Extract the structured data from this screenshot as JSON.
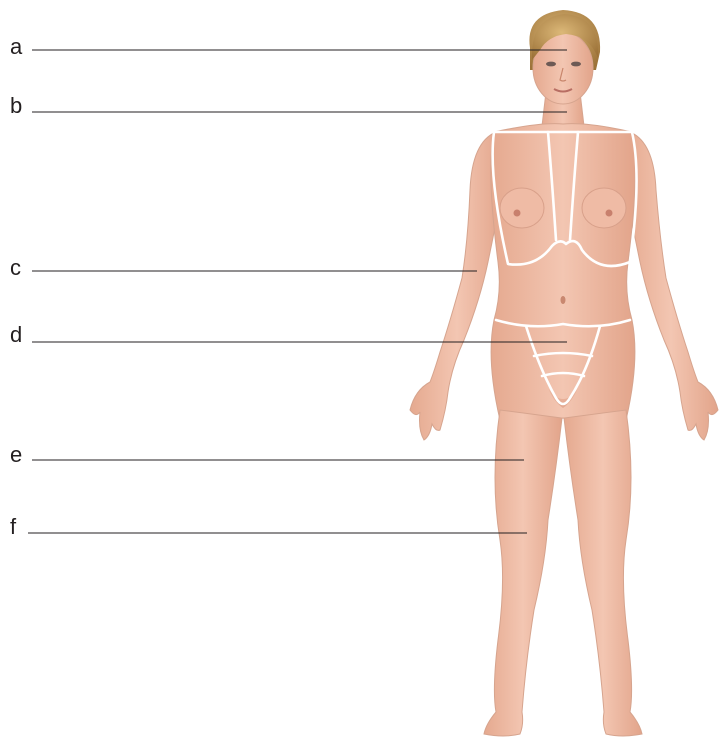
{
  "diagram": {
    "labels": [
      "a",
      "b",
      "c",
      "d",
      "e",
      "f"
    ]
  },
  "colors": {
    "skin": "#eeb9a3",
    "skin_shadow": "#d99a80",
    "hair": "#c89a55",
    "region_outline": "#ffffff",
    "leader_line": "#231f20"
  }
}
